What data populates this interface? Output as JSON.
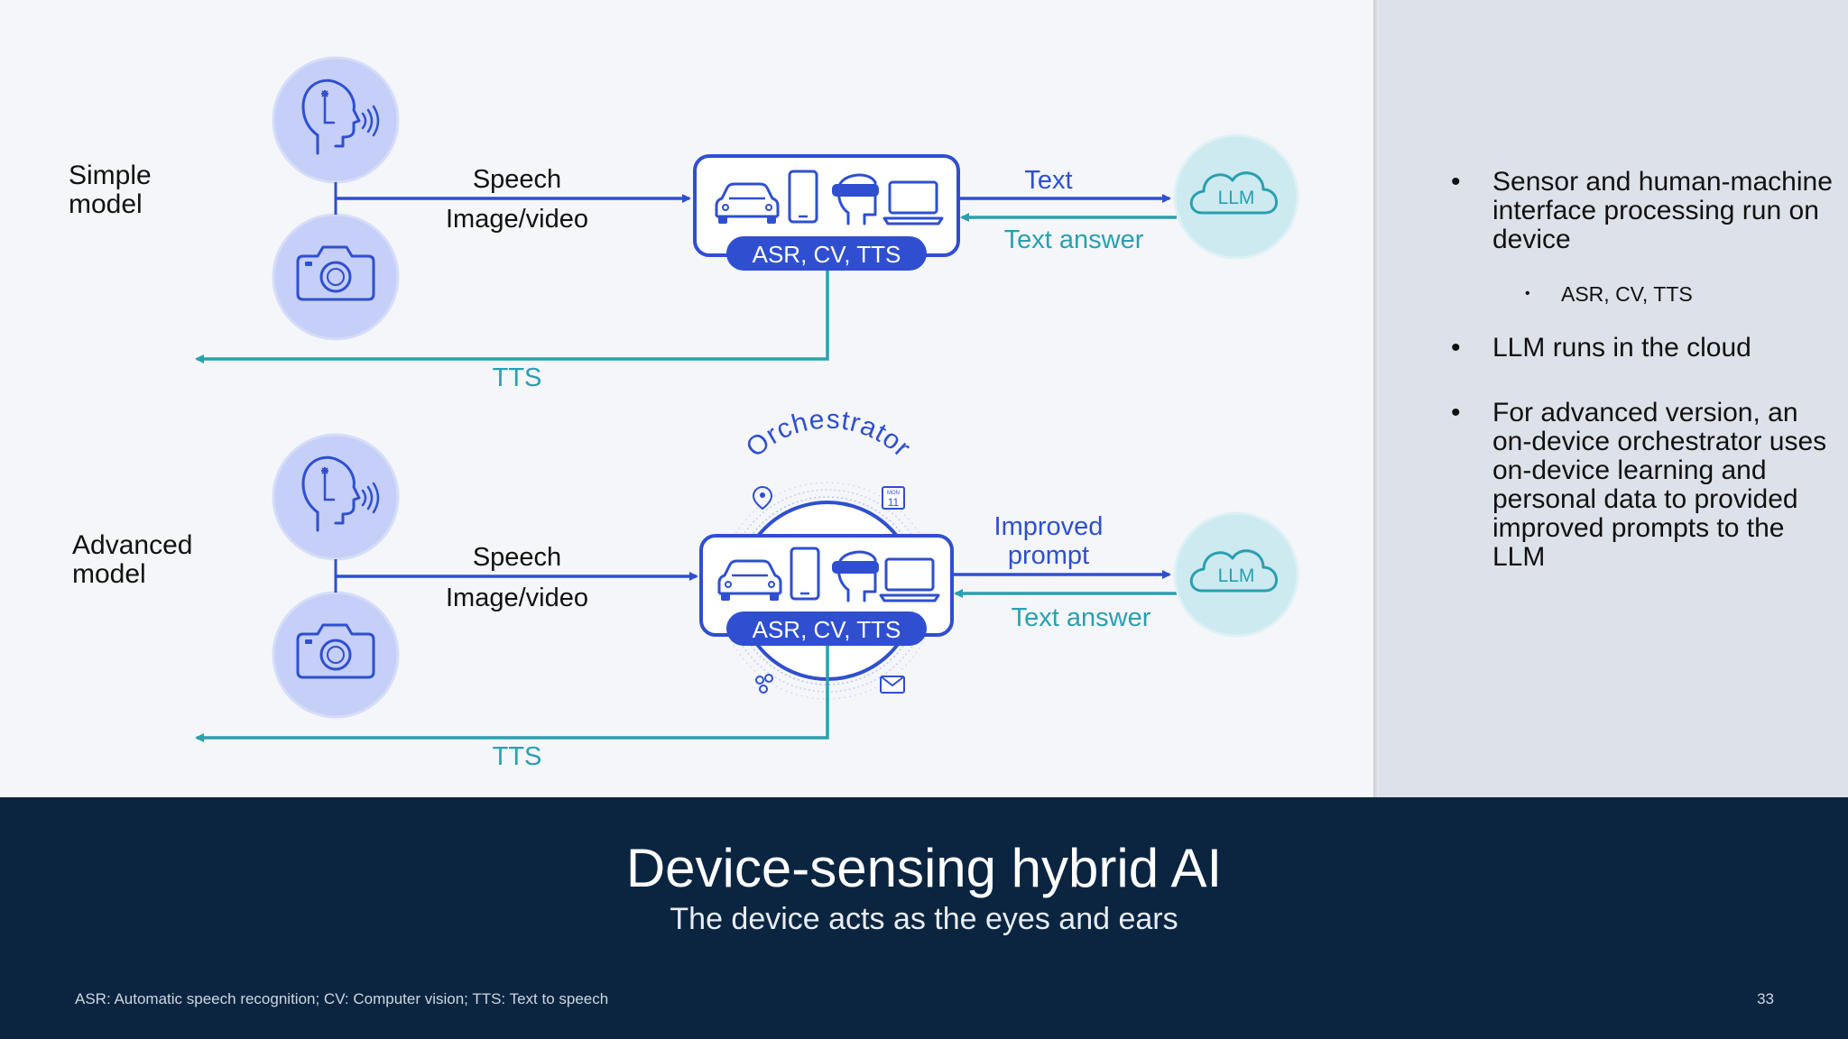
{
  "diagram": {
    "simple": {
      "label_line1": "Simple",
      "label_line2": "model",
      "speech": "Speech",
      "image_video": "Image/video",
      "device_label": "ASR, CV, TTS",
      "text": "Text",
      "text_answer": "Text answer",
      "llm": "LLM",
      "tts": "TTS"
    },
    "advanced": {
      "label_line1": "Advanced",
      "label_line2": "model",
      "speech": "Speech",
      "image_video": "Image/video",
      "device_label": "ASR, CV, TTS",
      "orchestrator": "Orchestrator",
      "calendar_month": "MON",
      "calendar_day": "11",
      "improved_line1": "Improved",
      "improved_line2": "prompt",
      "text_answer": "Text answer",
      "llm": "LLM",
      "tts": "TTS"
    },
    "colors": {
      "blue": "#2f4fd0",
      "teal": "#2a9fb0",
      "circle_fill": "#c5cff7",
      "llm_fill": "#cdeaf0"
    }
  },
  "sidebar": {
    "bullet1": "Sensor and human-machine interface processing run on device",
    "bullet1_sub": "ASR, CV, TTS",
    "bullet2": "LLM runs in the cloud",
    "bullet3": "For advanced version, an on-device orchestrator uses on-device learning and personal data to provided improved prompts to the LLM"
  },
  "footer": {
    "title": "Device-sensing hybrid AI",
    "subtitle": "The device acts as the eyes and ears",
    "footnote": "ASR: Automatic speech recognition; CV: Computer vision; TTS: Text to speech",
    "page_number": "33"
  }
}
